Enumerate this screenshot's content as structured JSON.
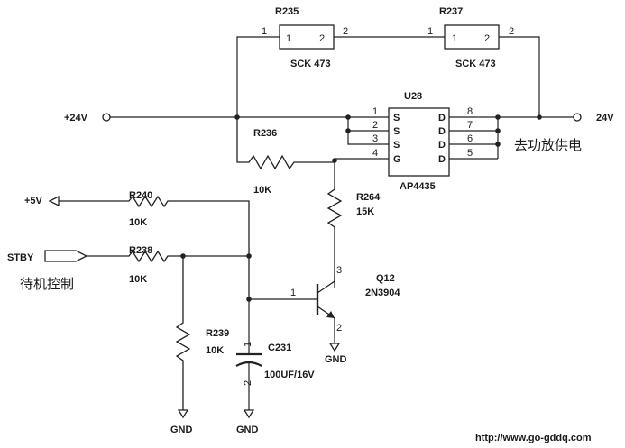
{
  "components": {
    "r235": {
      "ref": "R235",
      "value": "SCK 473",
      "pin1": "1",
      "pin2": "2"
    },
    "r237": {
      "ref": "R237",
      "value": "SCK 473",
      "pin1": "1",
      "pin2": "2"
    },
    "u28": {
      "ref": "U28",
      "part": "AP4435",
      "left_pins": [
        {
          "num": "1",
          "name": "S"
        },
        {
          "num": "2",
          "name": "S"
        },
        {
          "num": "3",
          "name": "S"
        },
        {
          "num": "4",
          "name": "G"
        }
      ],
      "right_pins": [
        {
          "num": "8",
          "name": "D"
        },
        {
          "num": "7",
          "name": "D"
        },
        {
          "num": "6",
          "name": "D"
        },
        {
          "num": "5",
          "name": "D"
        }
      ]
    },
    "r236": {
      "ref": "R236",
      "value": "10K"
    },
    "r264": {
      "ref": "R264",
      "value": "15K"
    },
    "r240": {
      "ref": "R240",
      "value": "10K"
    },
    "r238": {
      "ref": "R238",
      "value": "10K"
    },
    "r239": {
      "ref": "R239",
      "value": "10K"
    },
    "c231": {
      "ref": "C231",
      "value": "100UF/16V",
      "pin1": "1",
      "pin2": "2"
    },
    "q12": {
      "ref": "Q12",
      "part": "2N3904",
      "pin1": "1",
      "pin2": "2",
      "pin3": "3"
    }
  },
  "nets": {
    "in_24v": "+24V",
    "out_24v": "24V",
    "plus5v": "+5V",
    "stby": "STBY",
    "gnd": "GND"
  },
  "annotations": {
    "amp_power": "去功放供电",
    "standby_control": "待机控制",
    "url": "http://www.go-gddq.com"
  }
}
